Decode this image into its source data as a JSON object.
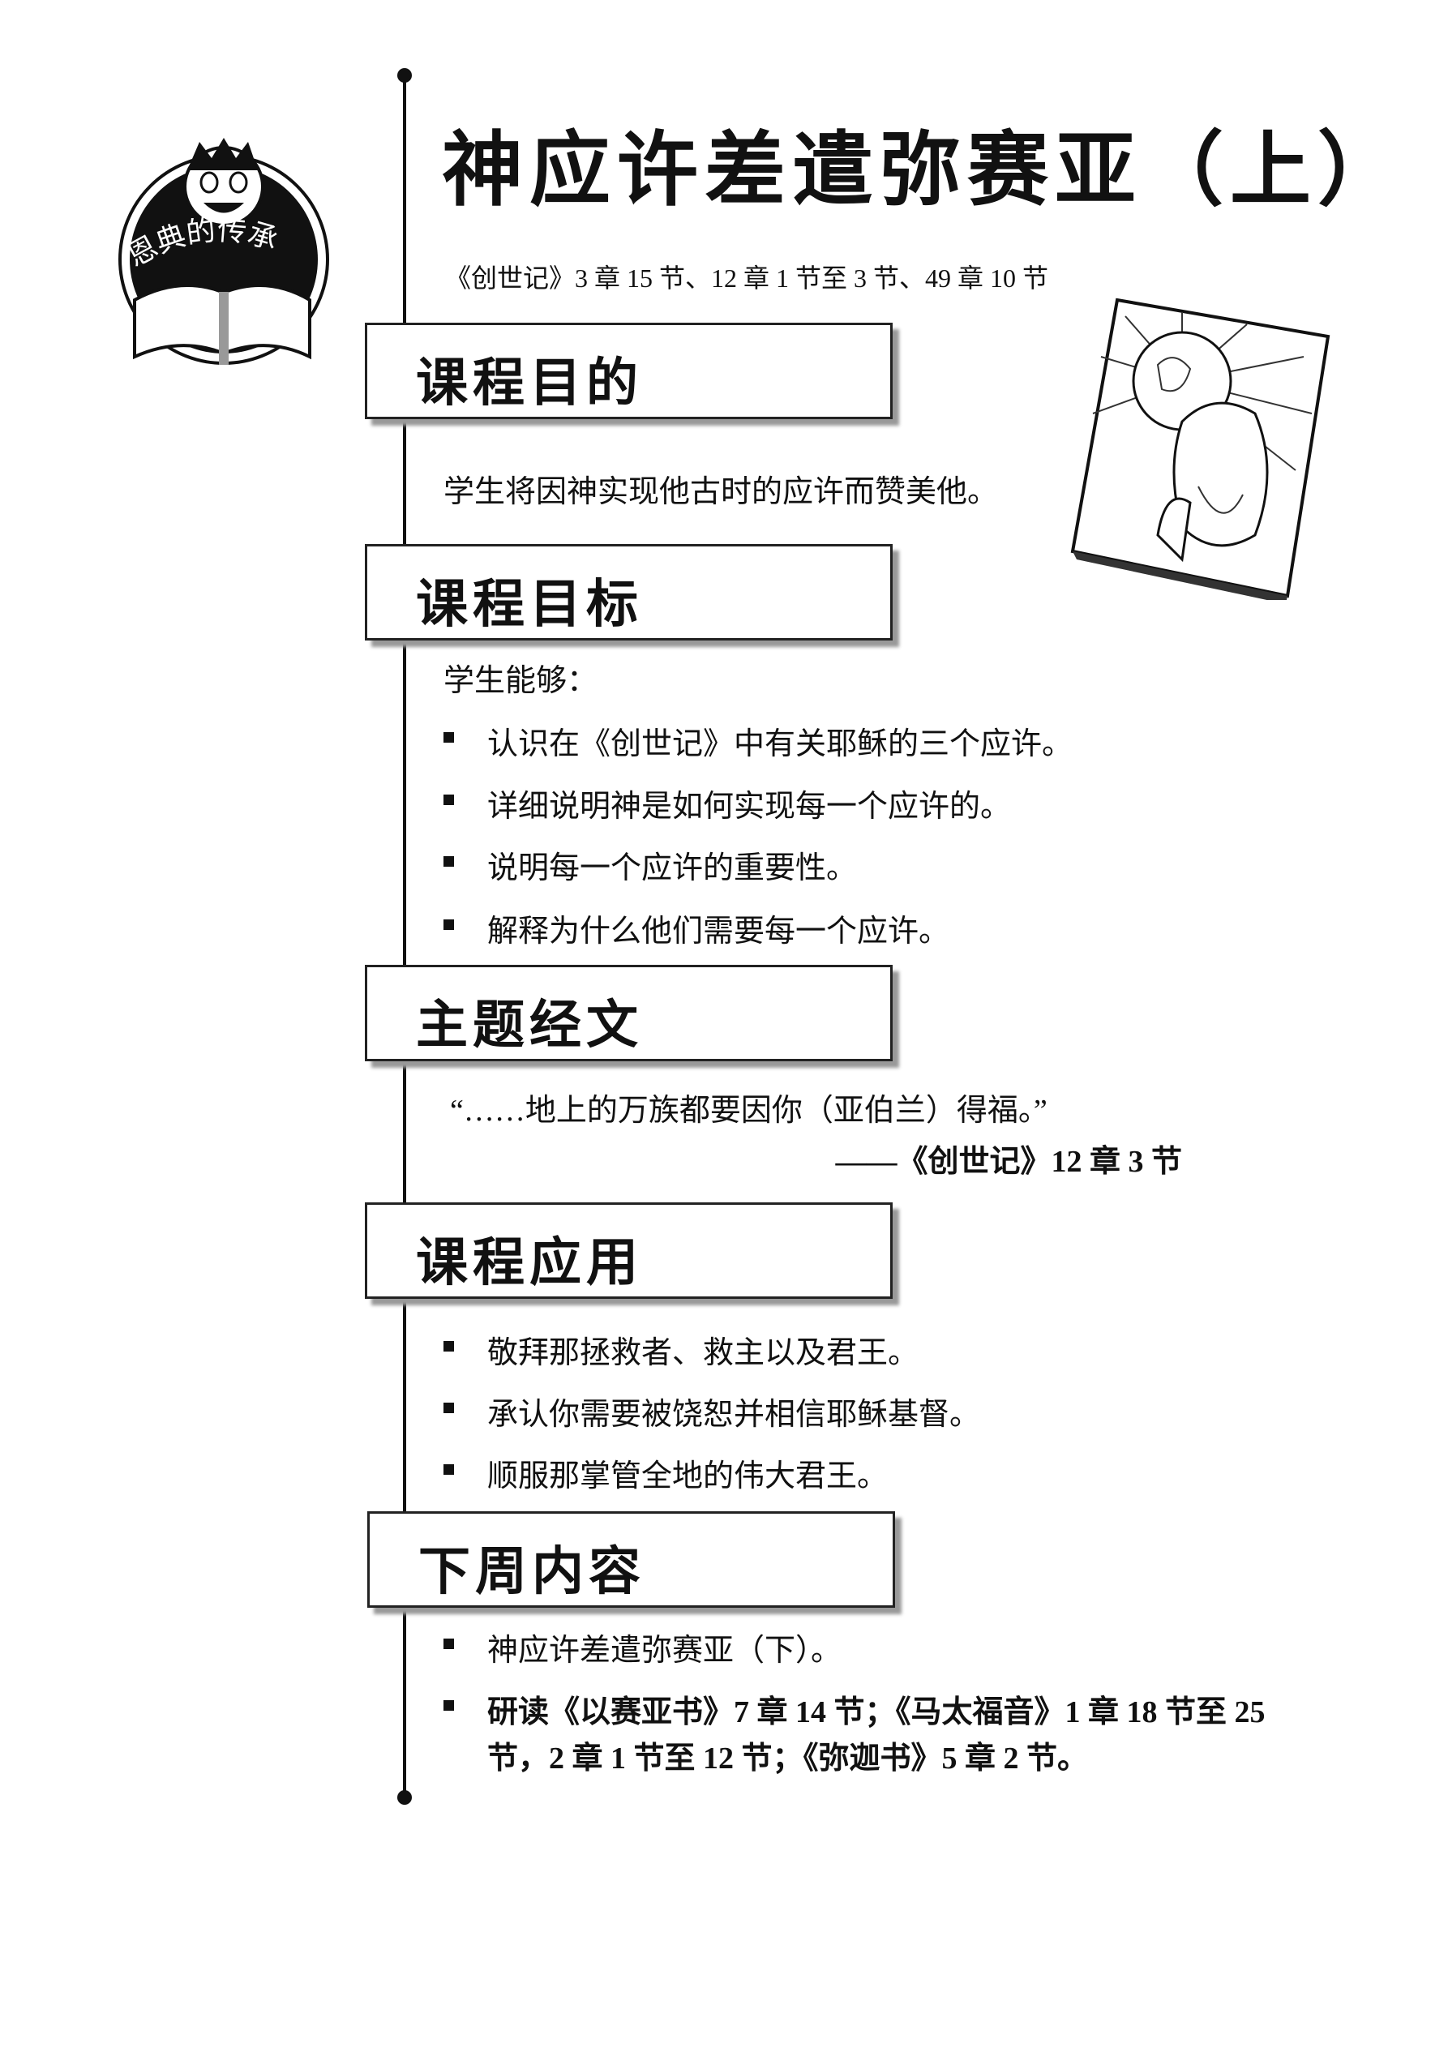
{
  "logo_text": "恩典的传承",
  "title": "神应许差遣弥赛亚（上）",
  "scripture_ref": "《创世记》3 章 15 节、12 章 1 节至 3 节、49 章 10 节",
  "sections": {
    "purpose": {
      "heading": "课程目的",
      "text": "学生将因神实现他古时的应许而赞美他。"
    },
    "objectives": {
      "heading": "课程目标",
      "intro": "学生能够：",
      "items": [
        "认识在《创世记》中有关耶稣的三个应许。",
        "详细说明神是如何实现每一个应许的。",
        "说明每一个应许的重要性。",
        "解释为什么他们需要每一个应许。"
      ]
    },
    "key_verse": {
      "heading": "主题经文",
      "quote": "“……地上的万族都要因你（亚伯兰）得福。”",
      "ref": "——《创世记》12 章 3 节"
    },
    "application": {
      "heading": "课程应用",
      "items": [
        "敬拜那拯救者、救主以及君王。",
        "承认你需要被饶恕并相信耶稣基督。",
        "顺服那掌管全地的伟大君王。"
      ]
    },
    "next_week": {
      "heading": "下周内容",
      "items": [
        "神应许差遣弥赛亚（下）。",
        "研读《以赛亚书》7 章 14 节；《马太福音》1 章 18 节至 25",
        "节，2 章 1 节至 12 节；《弥迦书》5 章 2 节。"
      ]
    }
  }
}
